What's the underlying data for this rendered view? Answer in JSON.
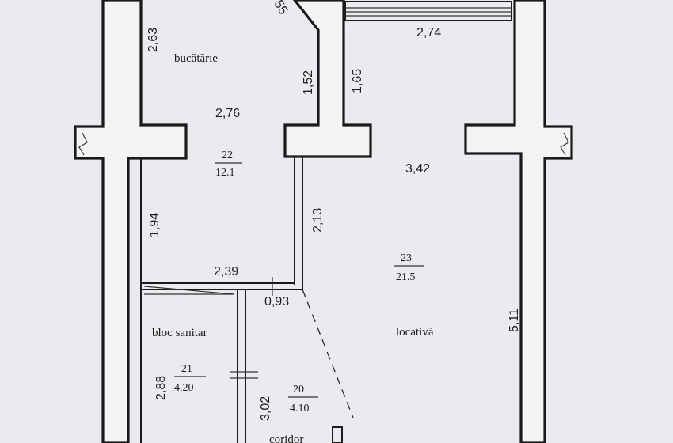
{
  "rooms": {
    "kitchen": {
      "name": "bucătărie",
      "number": "22",
      "area": "12.1"
    },
    "bathroom": {
      "name": "bloc sanitar",
      "number": "21",
      "area": "4.20"
    },
    "living": {
      "name": "locativă",
      "number": "23",
      "area": "21.5"
    },
    "corridor": {
      "name": "coridor",
      "number": "20",
      "area": "4.10"
    }
  },
  "dimensions": {
    "kitchen_left": "2,63",
    "kitchen_width": "2,76",
    "kitchen_wall_1": "1,52",
    "kitchen_wall_2": "1,65",
    "living_top": "2,74",
    "living_width": "3,42",
    "kitchen_lower_left": "1,94",
    "partition": "2,13",
    "bath_width": "2,39",
    "corridor_gap": "0,93",
    "living_right": "5,11",
    "bath_left": "2,88",
    "corridor_height": "3,02",
    "top_partial": "55"
  }
}
